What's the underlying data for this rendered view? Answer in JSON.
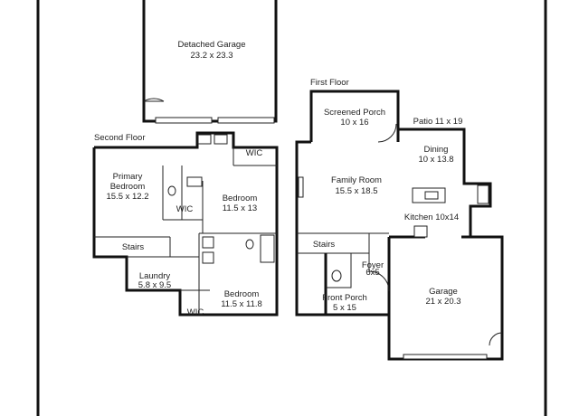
{
  "floors": {
    "first_floor_title": "First Floor",
    "second_floor_title": "Second Floor"
  },
  "rooms": {
    "detached_garage": {
      "name": "Detached Garage",
      "dims": "23.2 x 23.3"
    },
    "screened_porch": {
      "name": "Screened Porch",
      "dims": "10 x 16"
    },
    "patio": {
      "label": "Patio 11 x 19"
    },
    "dining": {
      "name": "Dining",
      "dims": "10 x 13.8"
    },
    "family_room": {
      "name": "Family Room",
      "dims": "15.5 x 18.5"
    },
    "kitchen": {
      "label": "Kitchen 10x14"
    },
    "stairs_first": {
      "label": "Stairs"
    },
    "foyer": {
      "name": "Foyer",
      "dims": "6x5"
    },
    "front_porch": {
      "name": "Front Porch",
      "dims": "5 x 15"
    },
    "garage": {
      "name": "Garage",
      "dims": "21 x 20.3"
    },
    "primary_bedroom": {
      "name1": "Primary",
      "name2": "Bedroom",
      "dims": "15.5 x 12.2"
    },
    "wic_top": {
      "label": "WIC"
    },
    "wic_mid": {
      "label": "WIC"
    },
    "bedroom_2": {
      "name": "Bedroom",
      "dims": "11.5 x 13"
    },
    "stairs_second": {
      "label": "Stairs"
    },
    "laundry": {
      "name": "Laundry",
      "dims": "5.8 x 9.5"
    },
    "wic_bottom": {
      "label": "WIC"
    },
    "bedroom_3": {
      "name": "Bedroom",
      "dims": "11.5 x 11.8"
    }
  }
}
